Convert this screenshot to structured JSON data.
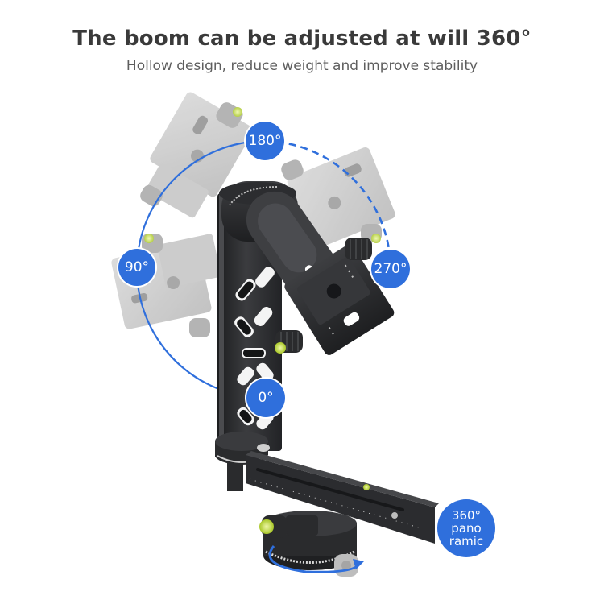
{
  "header": {
    "title": "The boom can be adjusted at will 360°",
    "subtitle": "Hollow design, reduce weight and improve stability"
  },
  "angle_labels": {
    "deg_180": "180°",
    "deg_90": "90°",
    "deg_270": "270°",
    "deg_0": "0°"
  },
  "panoramic_badge": {
    "line1": "360°",
    "line2": "pano",
    "line3": "ramic"
  },
  "colors": {
    "accent_blue": "#2f6fdc",
    "title_text": "#3a3a3a",
    "subtitle_text": "#5e5e5e",
    "metal_dark": "#2a2b2d",
    "ghost_gray": "#c9c9c9",
    "bubble_level_green": "#c8e04a"
  },
  "product": {
    "name": "panoramic gimbal head with boom arm and quick-release clamp"
  }
}
